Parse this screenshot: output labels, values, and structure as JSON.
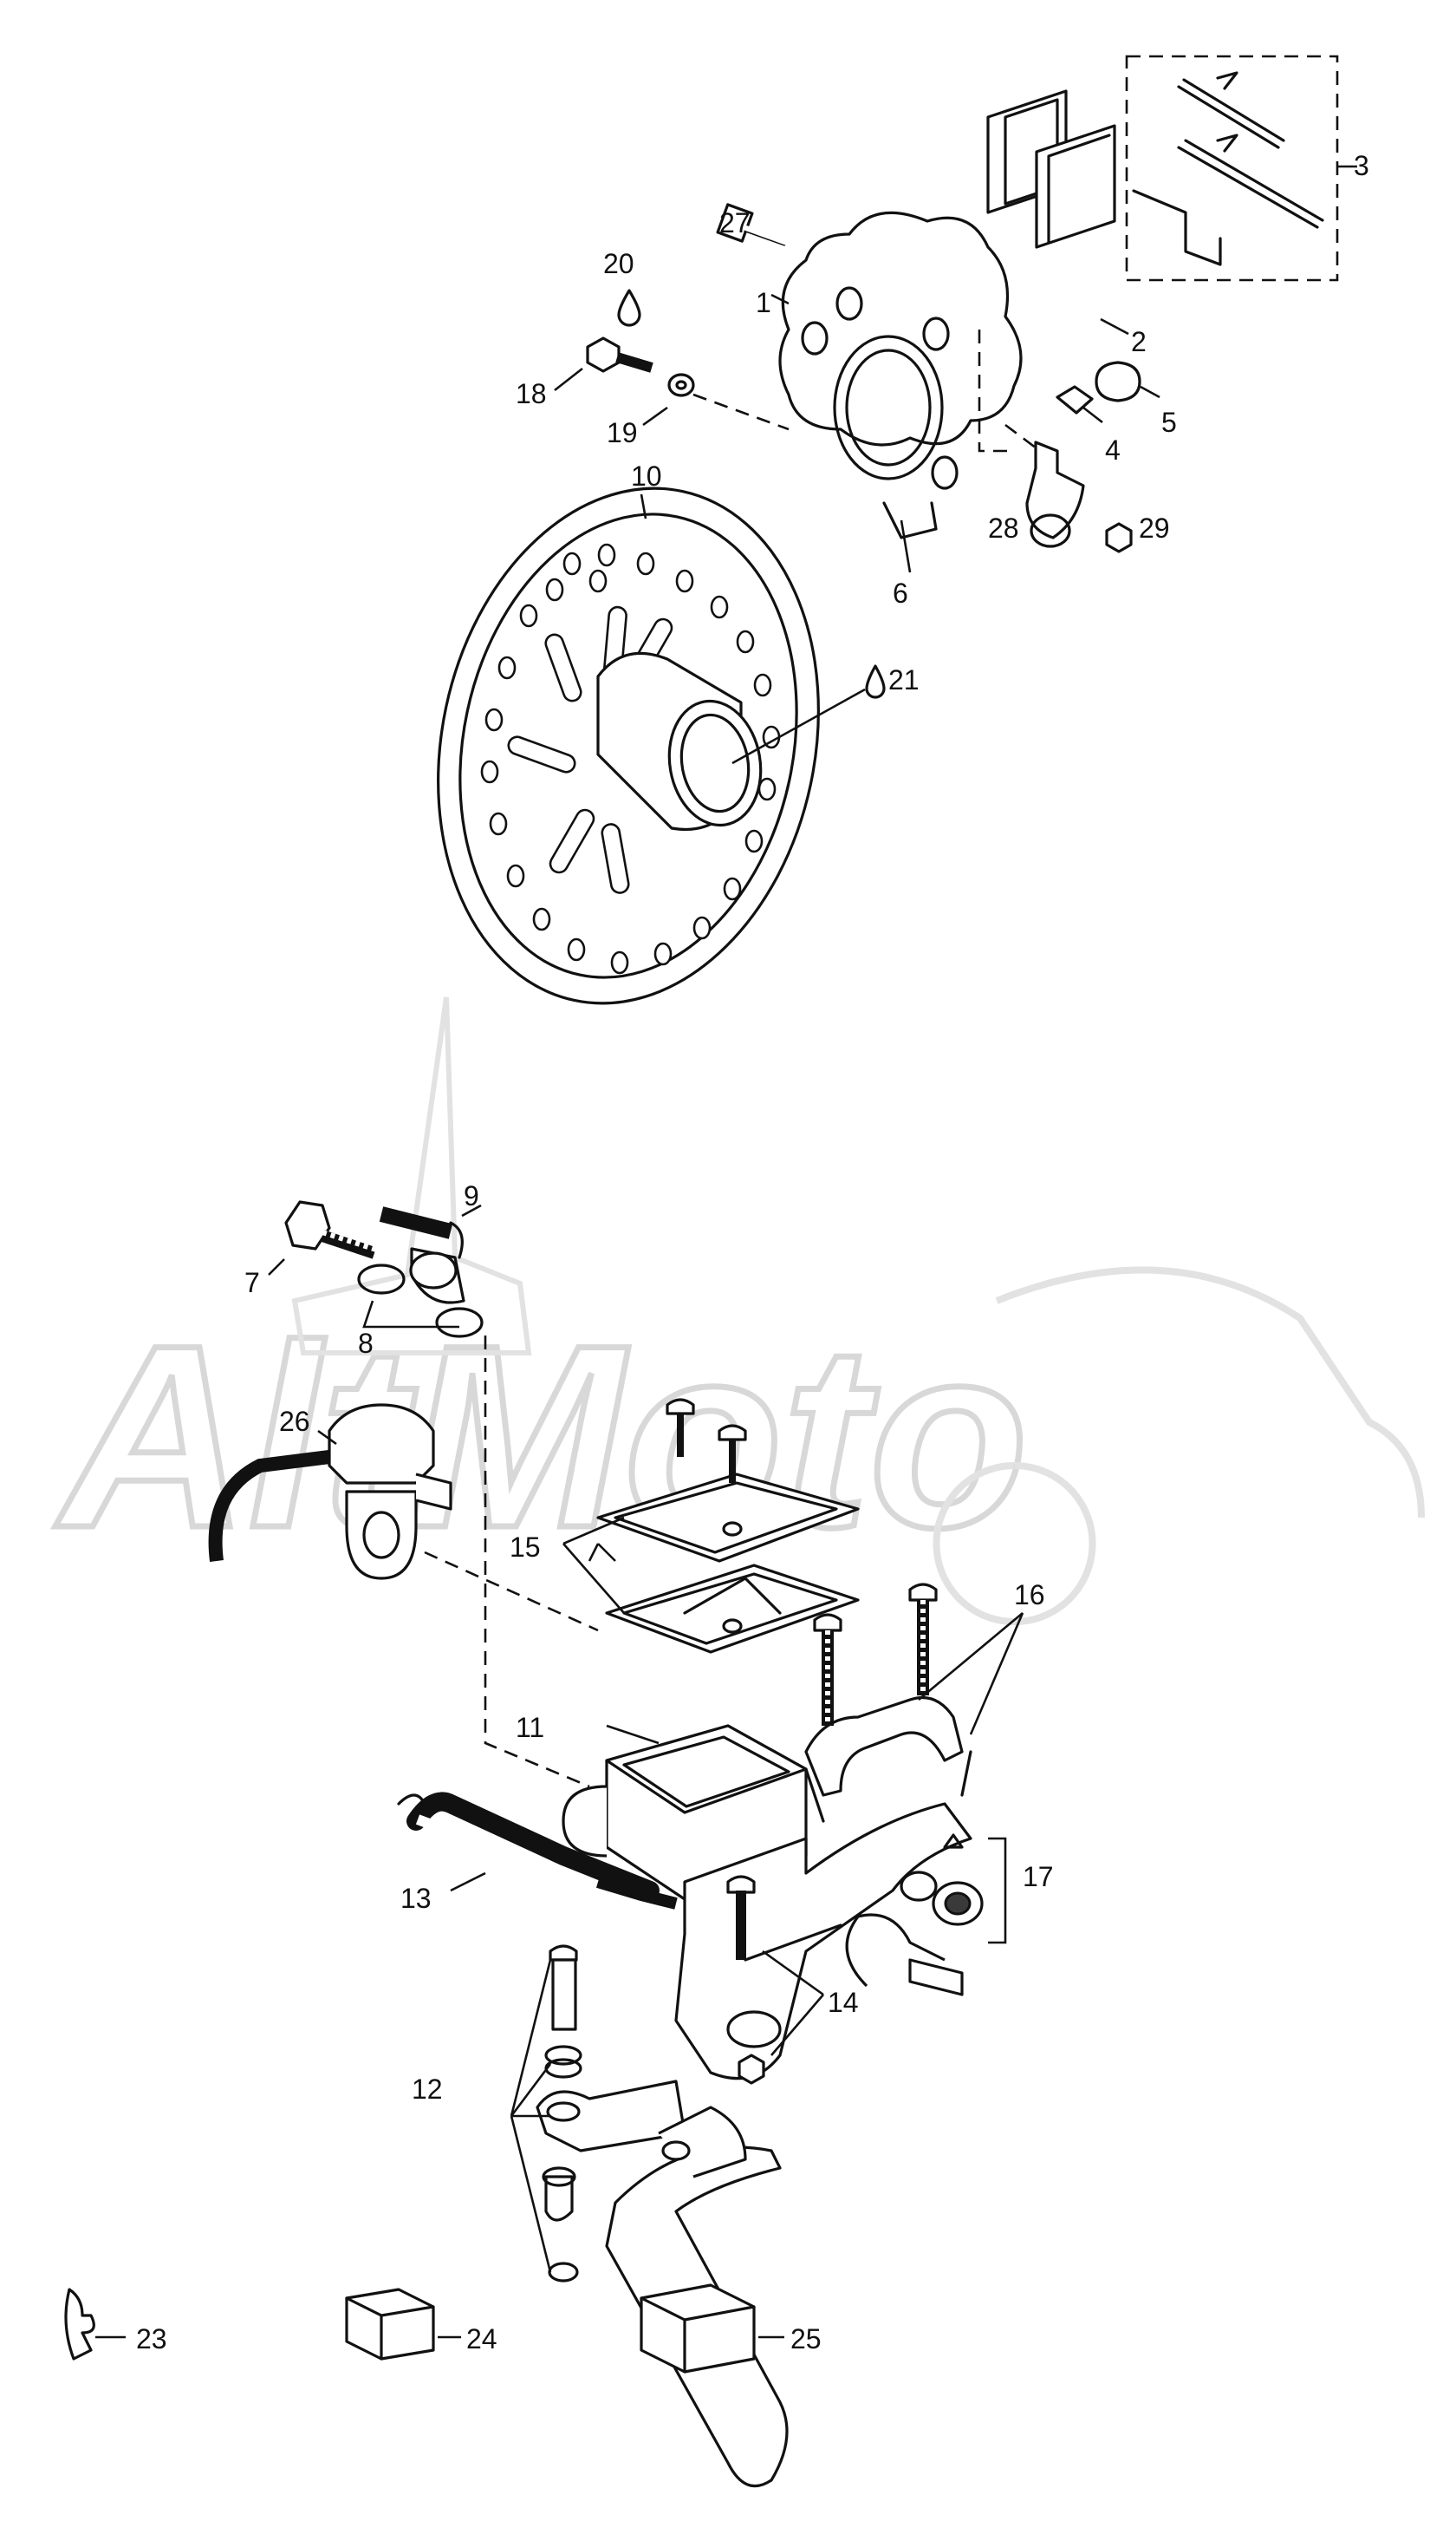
{
  "watermark": {
    "text": "AltMoto"
  },
  "callouts": {
    "p1": "1",
    "p2": "2",
    "p3": "3",
    "p4": "4",
    "p5": "5",
    "p6": "6",
    "p7": "7",
    "p8": "8",
    "p9": "9",
    "p10": "10",
    "p11": "11",
    "p12": "12",
    "p13": "13",
    "p14": "14",
    "p15": "15",
    "p16": "16",
    "p17": "17",
    "p18": "18",
    "p19": "19",
    "p20": "20",
    "p21": "21",
    "p23": "23",
    "p24": "24",
    "p25": "25",
    "p26": "26",
    "p27": "27",
    "p28": "28",
    "p29": "29"
  },
  "colors": {
    "line": "#111111",
    "watermark": "#d8d8d8",
    "background": "#ffffff"
  }
}
